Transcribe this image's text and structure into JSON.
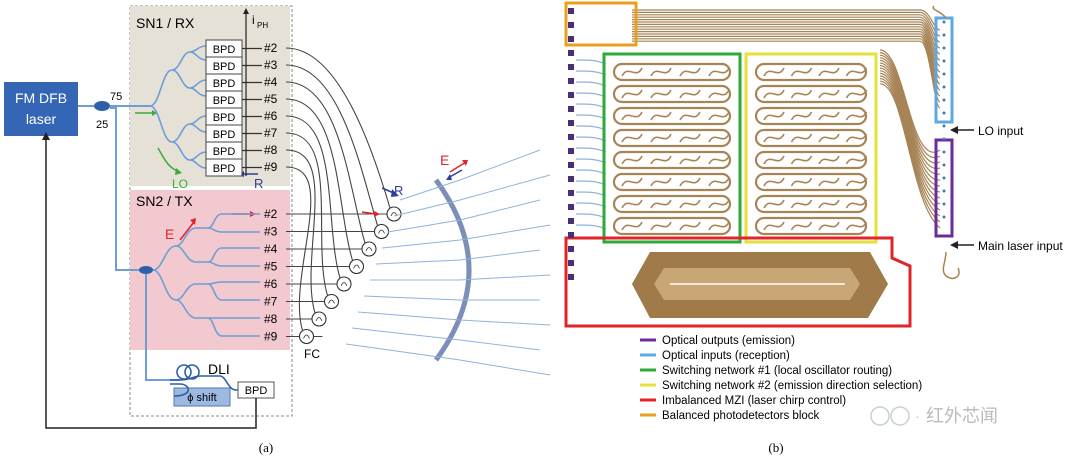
{
  "panel_a": {
    "laser_line1": "FM DFB",
    "laser_line2": "laser",
    "split_75": "75",
    "split_25": "25",
    "sn1_title": "SN1 / RX",
    "iph_label": "i",
    "iph_sub": "PH",
    "bpd_label": "BPD",
    "rx_ports": [
      "#2",
      "#3",
      "#4",
      "#5",
      "#6",
      "#7",
      "#8",
      "#9"
    ],
    "lo_label": "LO",
    "r_label": "R",
    "sn2_title": "SN2 / TX",
    "e_label": "E",
    "tx_ports": [
      "#2",
      "#3",
      "#4",
      "#5",
      "#6",
      "#7",
      "#8",
      "#9"
    ],
    "dli_label": "DLI",
    "shift_label": "ϕ shift",
    "dli_bpd": "BPD",
    "fc_label": "FC",
    "r_right": "R",
    "e_right": "E",
    "caption": "(a)"
  },
  "panel_b": {
    "lo_input": "LO input",
    "main_laser_input": "Main laser input",
    "caption": "(b)",
    "legend": [
      {
        "label": "Optical outputs (emission)",
        "color": "#6a2c9a"
      },
      {
        "label": "Optical inputs (reception)",
        "color": "#5fa8e0"
      },
      {
        "label": "Switching network #1 (local oscillator routing)",
        "color": "#2eaa3a"
      },
      {
        "label": "Switching network #2 (emission direction selection)",
        "color": "#e6e03a"
      },
      {
        "label": "Imbalanced MZI (laser chirp control)",
        "color": "#e0252a"
      },
      {
        "label": "Balanced photodetectors block",
        "color": "#e8a020"
      }
    ]
  },
  "watermark": "红外芯闻"
}
